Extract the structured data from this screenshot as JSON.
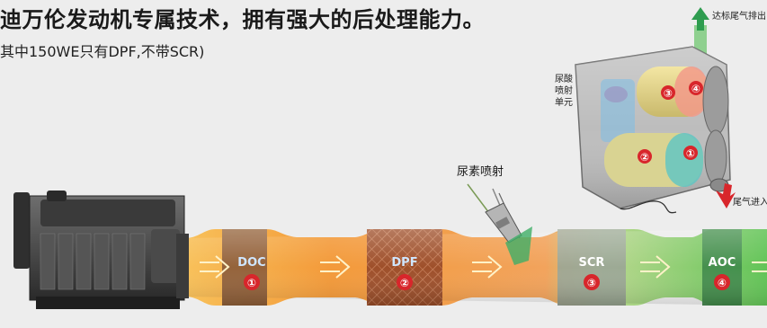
{
  "header": {
    "title": "迪万伦发动机专属技术，拥有强大的后处理能力。",
    "note": "其中150WE只有DPF,不带SCR)"
  },
  "stages": [
    {
      "name": "DOC",
      "number": "①",
      "color": "#8a5a38",
      "text_color": "#cfe6ff"
    },
    {
      "name": "DPF",
      "number": "②",
      "color": "#a0522d",
      "text_color": "#cfe6ff"
    },
    {
      "name": "SCR",
      "number": "③",
      "color": "#8d9a88",
      "text_color": "#ffffff"
    },
    {
      "name": "AOC",
      "number": "④",
      "color": "#3f8a4a",
      "text_color": "#ffffff"
    }
  ],
  "urea_injection": {
    "label": "尿素喷射"
  },
  "inset": {
    "outlet_label": "达标尾气排出",
    "inlet_label": "尾气进入",
    "urea_unit_label_lines": [
      "尿酸",
      "喷射",
      "单元"
    ],
    "numbers": [
      "③",
      "④",
      "②",
      "①"
    ]
  },
  "colors": {
    "number_badge": "#d8262b",
    "pipe_orange": "#f39a3a",
    "pipe_green": "#7fcf6a",
    "flow_arrow": "#fff2c8"
  }
}
